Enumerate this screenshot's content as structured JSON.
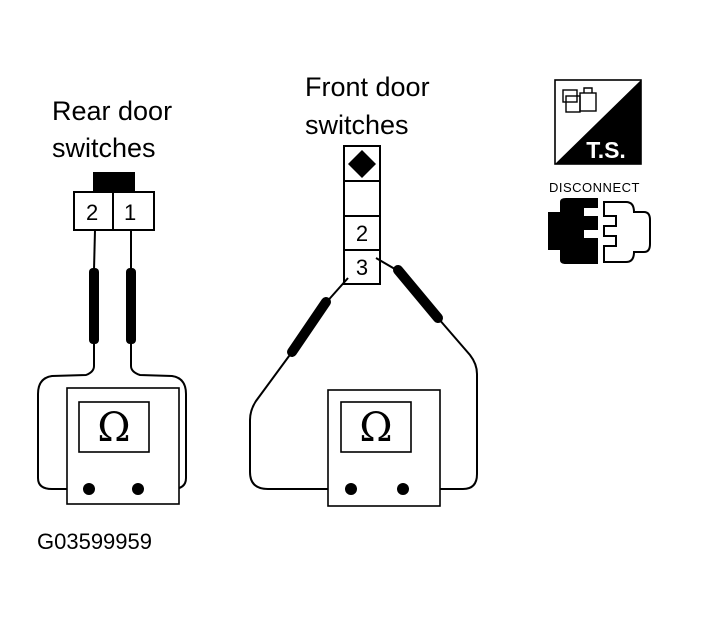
{
  "rear": {
    "title_line1": "Rear door",
    "title_line2": "switches",
    "pin_left": "2",
    "pin_right": "1",
    "meter_symbol": "Ω"
  },
  "front": {
    "title_line1": "Front door",
    "title_line2": "switches",
    "pin_a": "2",
    "pin_b": "3",
    "meter_symbol": "Ω"
  },
  "badges": {
    "ts_label": "T.S.",
    "disconnect_label": "DISCONNECT",
    "ts_icon": "ts-connector-icon",
    "disconnect_icon": "disconnect-connector-icon"
  },
  "figure_code": "G03599959"
}
